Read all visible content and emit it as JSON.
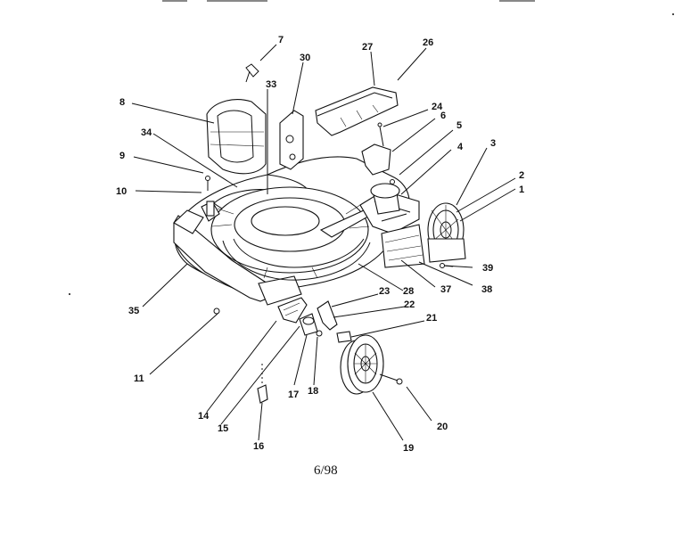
{
  "diagram": {
    "callouts": [
      "1",
      "2",
      "3",
      "4",
      "5",
      "6",
      "7",
      "8",
      "9",
      "10",
      "11",
      "14",
      "15",
      "16",
      "17",
      "18",
      "19",
      "20",
      "21",
      "22",
      "23",
      "24",
      "26",
      "27",
      "28",
      "30",
      "33",
      "34",
      "35",
      "37",
      "38",
      "39"
    ],
    "footer": "6/98"
  }
}
